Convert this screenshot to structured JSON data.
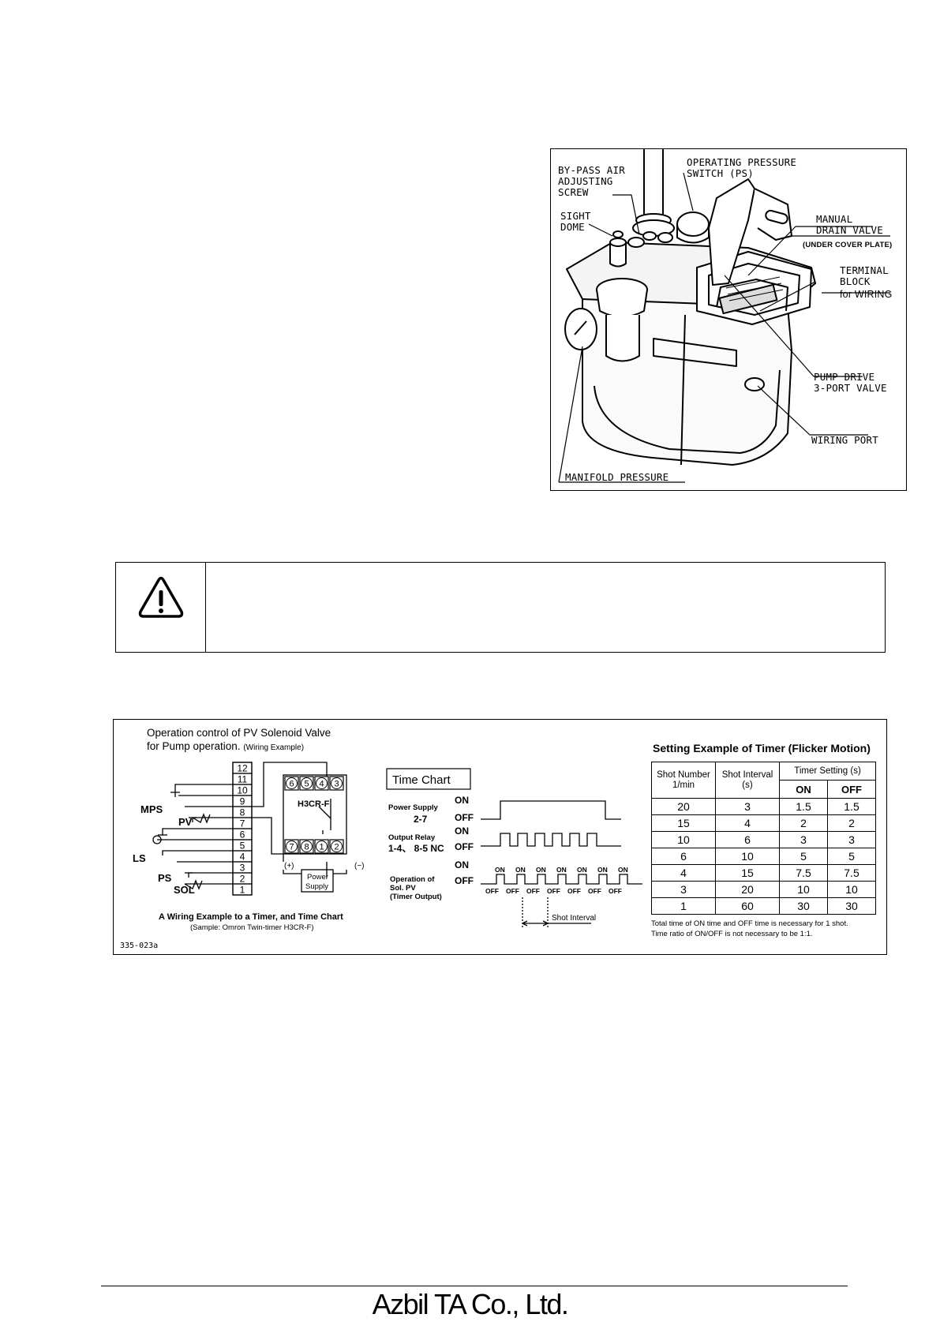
{
  "pump_figure": {
    "labels": {
      "bypass": "BY-PASS AIR\nADJUSTING\nSCREW",
      "op_switch": "OPERATING PRESSURE\nSWITCH (PS)",
      "sight_dome": "SIGHT\nDOME",
      "manual_drain": "MANUAL\nDRAIN VALVE",
      "under_cover": "(UNDER COVER PLATE)",
      "terminal_block": "TERMINAL\nBLOCK",
      "for_wiring": "for WIRING",
      "pump_drive": "PUMP DRIVE\n3-PORT VALVE",
      "wiring_port": "WIRING PORT",
      "manifold_pressure": "MANIFOLD PRESSURE"
    }
  },
  "caution": {
    "icon": "warning-triangle-icon",
    "text": ""
  },
  "wiring_figure": {
    "title": "Operation control of PV Solenoid Valve",
    "title2": "for Pump operation.",
    "title2_sub": "(Wiring Example)",
    "terminals": [
      "12",
      "11",
      "10",
      "9",
      "8",
      "7",
      "6",
      "5",
      "4",
      "3",
      "2",
      "1"
    ],
    "devices": {
      "mps": "MPS",
      "pv": "PV",
      "ls": "LS",
      "ps": "PS",
      "sol": "SOL"
    },
    "relay": {
      "model": "H3CR-F",
      "top_pins": [
        "6",
        "5",
        "4",
        "3"
      ],
      "bottom_pins": [
        "7",
        "8",
        "1",
        "2"
      ],
      "plus": "(+)",
      "minus": "(−)",
      "power_supply": "Power\nSupply"
    },
    "caption": "A Wiring Example to a Timer, and Time Chart",
    "caption_sub": "(Sample: Omron Twin-timer H3CR-F)",
    "figure_id": "335-023a",
    "time_chart": {
      "title": "Time Chart",
      "rows": [
        {
          "label": "Power Supply",
          "sub": "2-7"
        },
        {
          "label": "Output Relay",
          "sub": "1-4、 8-5 NC"
        },
        {
          "label": "Operation of\nSol. PV\n(Timer Output)",
          "sub": ""
        }
      ],
      "on": "ON",
      "off": "OFF",
      "shot_interval": "Shot Interval"
    },
    "timer_table": {
      "title": "Setting Example of Timer (Flicker Motion)",
      "headers": {
        "shot_number": "Shot Number\n1/min",
        "shot_interval": "Shot Interval\n(s)",
        "timer_setting": "Timer Setting (s)",
        "on": "ON",
        "off": "OFF"
      },
      "rows": [
        [
          "20",
          "3",
          "1.5",
          "1.5"
        ],
        [
          "15",
          "4",
          "2",
          "2"
        ],
        [
          "10",
          "6",
          "3",
          "3"
        ],
        [
          "6",
          "10",
          "5",
          "5"
        ],
        [
          "4",
          "15",
          "7.5",
          "7.5"
        ],
        [
          "3",
          "20",
          "10",
          "10"
        ],
        [
          "1",
          "60",
          "30",
          "30"
        ]
      ],
      "notes": [
        "Total time of ON time and OFF time is necessary for 1 shot.",
        "Time ratio of ON/OFF is not necessary to be 1:1."
      ]
    }
  },
  "footer": {
    "company": "Azbil TA Co., Ltd."
  }
}
